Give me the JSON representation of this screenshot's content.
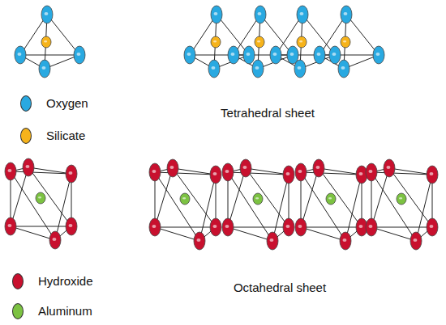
{
  "diagram": {
    "labels": [
      "Tetrahedral sheet",
      "Octahedral sheet"
    ],
    "legend": [
      {
        "text": "Oxygen",
        "color": "#29a9e1"
      },
      {
        "text": "Silicate",
        "color": "#f6b31b"
      },
      {
        "text": "Hydroxide",
        "color": "#c8102e"
      },
      {
        "text": "Aluminum",
        "color": "#7cc242"
      }
    ]
  }
}
